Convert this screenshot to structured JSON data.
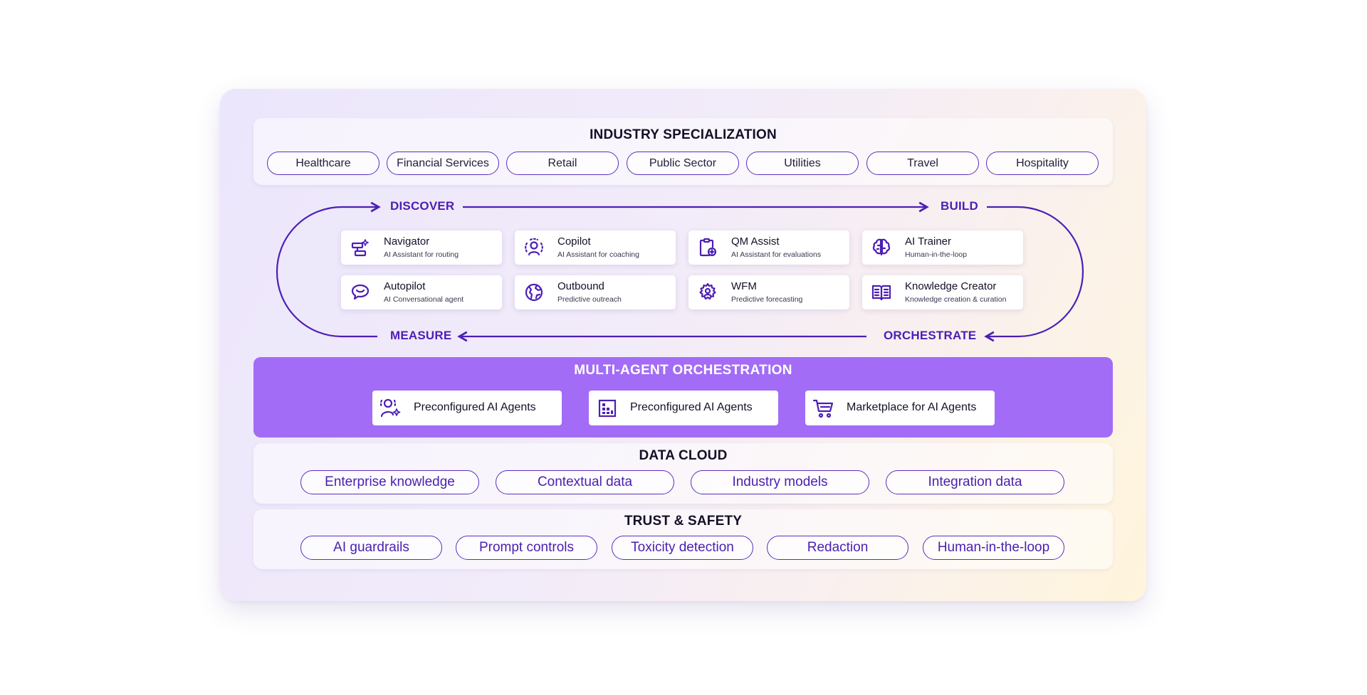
{
  "industry": {
    "title": "INDUSTRY SPECIALIZATION",
    "items": [
      "Healthcare",
      "Financial Services",
      "Retail",
      "Public Sector",
      "Utilities",
      "Travel",
      "Hospitality"
    ]
  },
  "cycle": {
    "stages": {
      "discover": "DISCOVER",
      "build": "BUILD",
      "orchestrate": "ORCHESTRATE",
      "measure": "MEASURE"
    },
    "tiles": [
      {
        "name": "Navigator",
        "desc": "AI Assistant for routing",
        "icon": "routing-icon"
      },
      {
        "name": "Copilot",
        "desc": "AI Assistant for coaching",
        "icon": "agent-person-icon"
      },
      {
        "name": "QM Assist",
        "desc": "AI Assistant for evaluations",
        "icon": "clipboard-plus-icon"
      },
      {
        "name": "AI Trainer",
        "desc": "Human-in-the-loop",
        "icon": "brain-icon"
      },
      {
        "name": "Autopilot",
        "desc": "AI Conversational agent",
        "icon": "chat-bubble-icon"
      },
      {
        "name": "Outbound",
        "desc": "Predictive outreach",
        "icon": "globe-icon"
      },
      {
        "name": "WFM",
        "desc": "Predictive forecasting",
        "icon": "gear-person-icon"
      },
      {
        "name": "Knowledge Creator",
        "desc": "Knowledge creation & curation",
        "icon": "book-icon"
      }
    ]
  },
  "orchestration": {
    "title": "MULTI-AGENT ORCHESTRATION",
    "buttons": [
      {
        "label": "Preconfigured AI Agents",
        "icon": "person-sparkle-icon"
      },
      {
        "label": "Preconfigured AI Agents",
        "icon": "grid-blocks-icon"
      },
      {
        "label": "Marketplace for AI Agents",
        "icon": "cart-icon"
      }
    ]
  },
  "data_cloud": {
    "title": "DATA CLOUD",
    "items": [
      "Enterprise knowledge",
      "Contextual data",
      "Industry models",
      "Integration data"
    ]
  },
  "trust": {
    "title": "TRUST & SAFETY",
    "items": [
      "AI guardrails",
      "Prompt controls",
      "Toxicity detection",
      "Redaction",
      "Human-in-the-loop"
    ]
  },
  "colors": {
    "accent": "#4c1fb4",
    "orchestration_bg": "#a26cf6",
    "chip_border": "#5b2fc0"
  }
}
